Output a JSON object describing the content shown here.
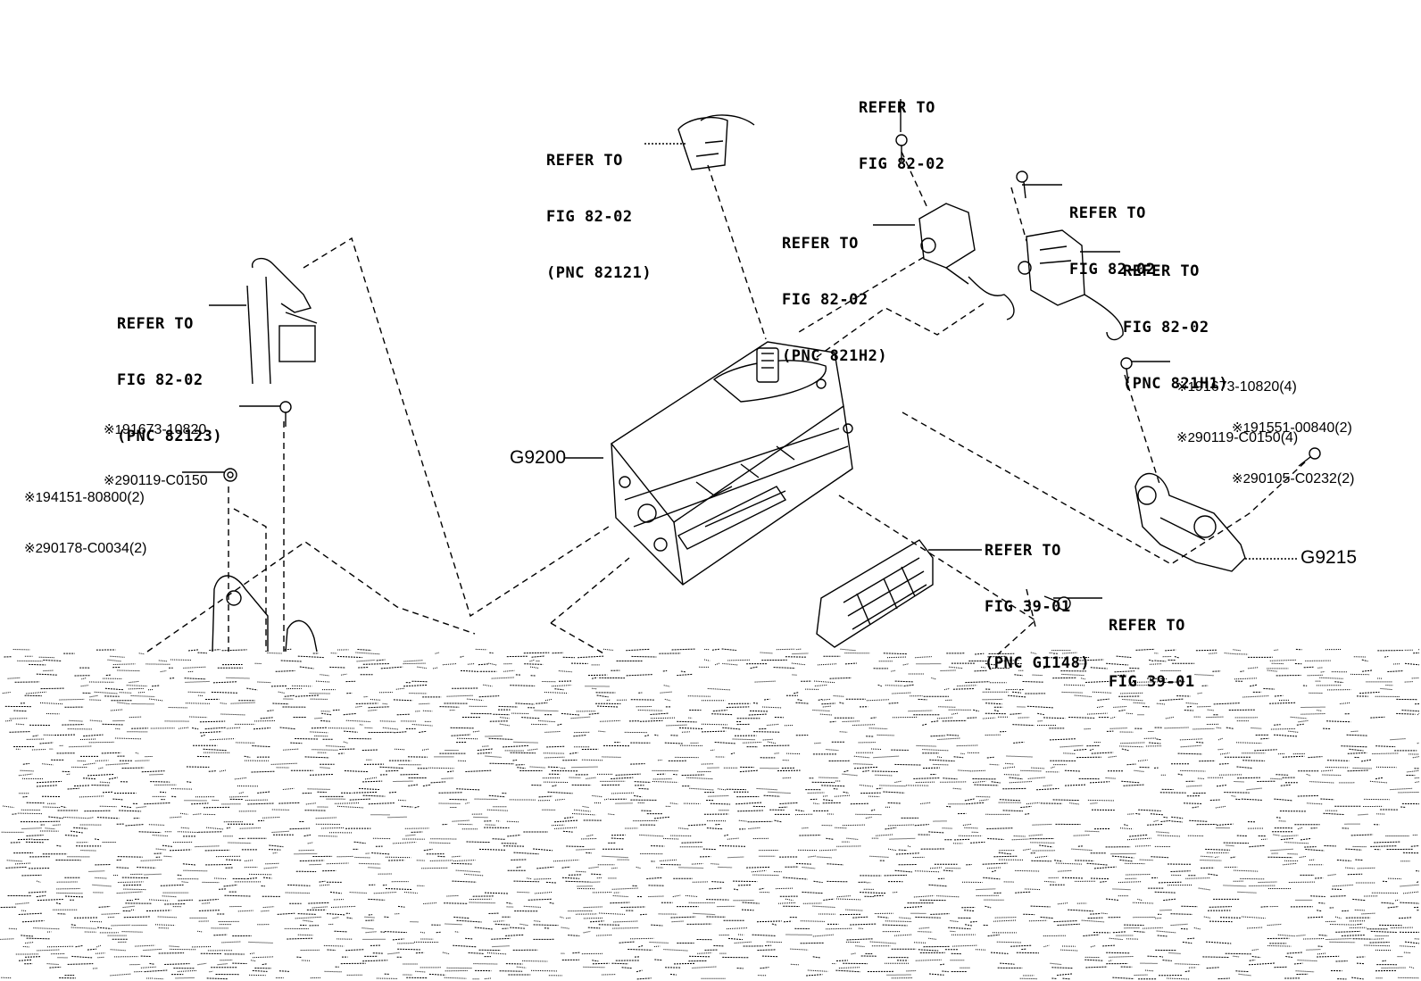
{
  "figure": {
    "callouts": [
      {
        "id": "refer-82-02-pnc-82121",
        "lines": [
          "REFER TO",
          "FIG 82-02",
          "(PNC 82121)"
        ]
      },
      {
        "id": "refer-82-02-top",
        "lines": [
          "REFER TO",
          "FIG 82-02"
        ]
      },
      {
        "id": "refer-82-02-bolt-right",
        "lines": [
          "REFER TO",
          "FIG 82-02"
        ]
      },
      {
        "id": "refer-82-02-pnc-821h2",
        "lines": [
          "REFER TO",
          "FIG 82-02",
          "(PNC 821H2)"
        ]
      },
      {
        "id": "refer-82-02-pnc-821h1",
        "lines": [
          "REFER TO",
          "FIG 82-02",
          "(PNC 821H1)"
        ]
      },
      {
        "id": "refer-82-02-pnc-82123",
        "lines": [
          "REFER TO",
          "FIG 82-02",
          "(PNC 82123)"
        ]
      },
      {
        "id": "refer-39-01-pnc-g1148",
        "lines": [
          "REFER TO",
          "FIG 39-01",
          "(PNC G1148)"
        ]
      },
      {
        "id": "refer-39-01-bolt",
        "lines": [
          "REFER TO",
          "FIG 39-01"
        ]
      }
    ],
    "part_numbers": [
      {
        "id": "pn-91673-10820-left",
        "rows": [
          {
            "mark": "※1",
            "text": "91673-10820"
          },
          {
            "mark": "※2",
            "text": "90119-C0150"
          }
        ]
      },
      {
        "id": "pn-94151-80800",
        "rows": [
          {
            "mark": "※1",
            "text": "94151-80800(2)"
          },
          {
            "mark": "※2",
            "text": "90178-C0034(2)"
          }
        ]
      },
      {
        "id": "pn-91673-10820-right",
        "rows": [
          {
            "mark": "※1",
            "text": "91673-10820(4)"
          },
          {
            "mark": "※2",
            "text": "90119-C0150(4)"
          }
        ]
      },
      {
        "id": "pn-91551-00840",
        "rows": [
          {
            "mark": "※1",
            "text": "91551-00840(2)"
          },
          {
            "mark": "※2",
            "text": "90105-C0232(2)"
          }
        ]
      }
    ],
    "main_parts": [
      {
        "id": "g9200",
        "label": "G9200"
      },
      {
        "id": "g9215",
        "label": "G9215"
      }
    ]
  }
}
